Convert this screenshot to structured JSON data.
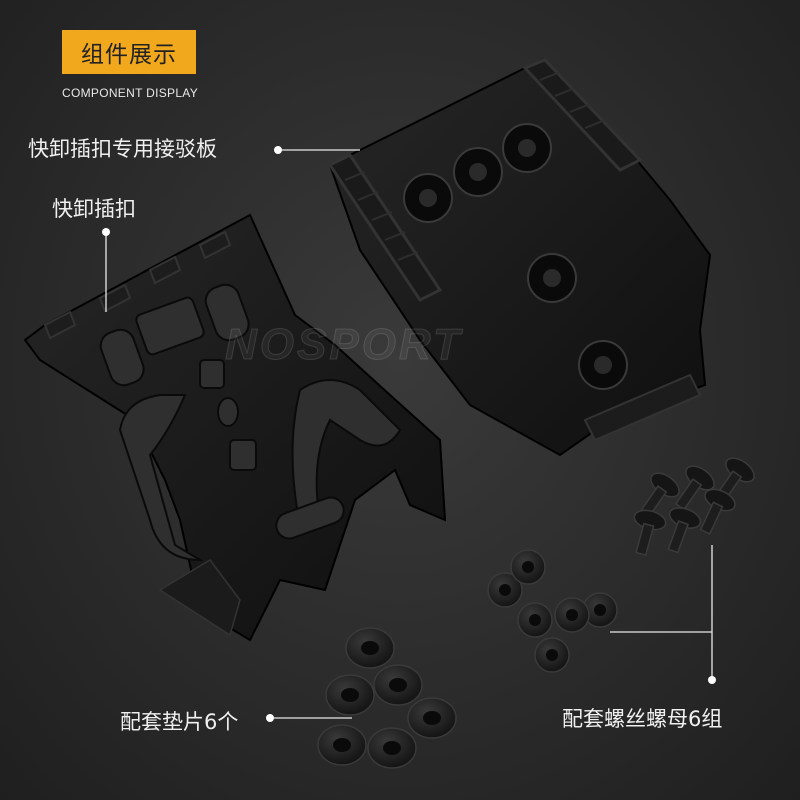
{
  "header": {
    "badge_text": "组件展示",
    "subtitle": "COMPONENT DISPLAY"
  },
  "labels": {
    "adapter_plate": "快卸插扣专用接驳板",
    "quick_release_clip": "快卸插扣",
    "washers": "配套垫片6个",
    "screws_nuts": "配套螺丝螺母6组"
  },
  "watermark": "NOSPORT",
  "colors": {
    "badge": "#f2a81d",
    "background": "#2b2b2b",
    "text": "#f0f0f0",
    "part": "#141414"
  }
}
